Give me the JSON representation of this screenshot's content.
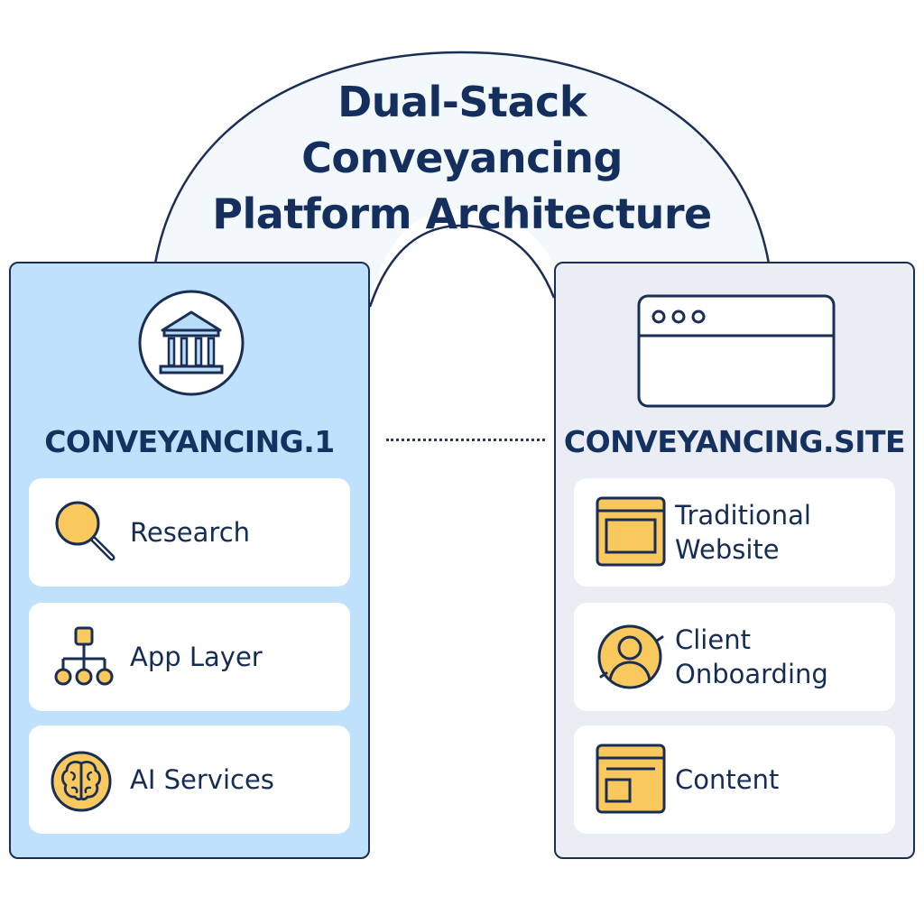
{
  "title": {
    "line1": "Dual-Stack",
    "line2": "Conveyancing",
    "line3": "Platform Architecture"
  },
  "left_panel": {
    "title": "CONVEYANCING.1",
    "icon": "bank-building-icon",
    "items": [
      {
        "label": "Research",
        "icon": "magnifier-icon"
      },
      {
        "label": "App Layer",
        "icon": "hierarchy-icon"
      },
      {
        "label": "AI Services",
        "icon": "brain-icon"
      }
    ]
  },
  "right_panel": {
    "title": "CONVEYANCING.SITE",
    "icon": "browser-window-icon",
    "items": [
      {
        "label": "Traditional Website",
        "icon": "website-icon"
      },
      {
        "label": "Client Onboarding",
        "icon": "user-icon"
      },
      {
        "label": "Content",
        "icon": "content-page-icon"
      }
    ]
  },
  "colors": {
    "navy": "#1a2e55",
    "left_panel_bg": "#bfe1fb",
    "right_panel_bg": "#eaedf3",
    "icon_yellow": "#f9c95e"
  }
}
